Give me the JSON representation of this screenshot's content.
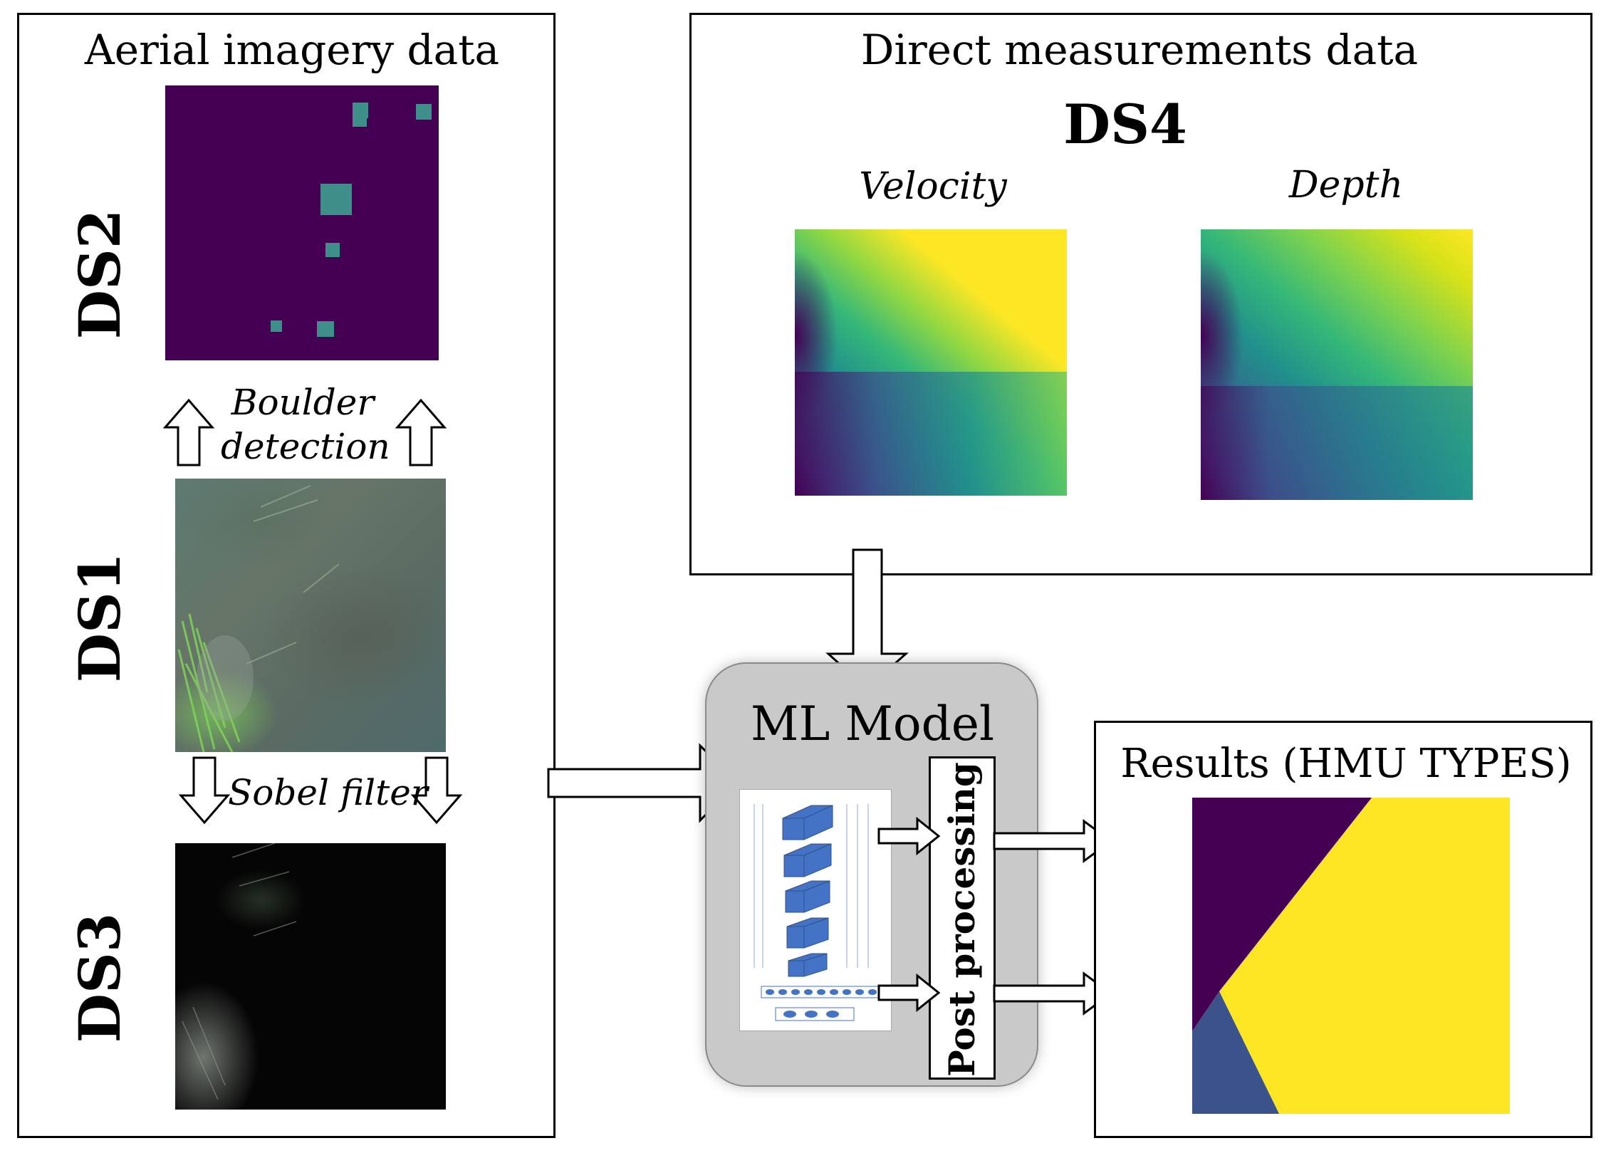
{
  "left_panel": {
    "title": "Aerial imagery data",
    "ds2_label": "DS2",
    "ds1_label": "DS1",
    "ds3_label": "DS3",
    "boulder_line1": "Boulder",
    "boulder_line2": "detection",
    "sobel_label": "Sobel filter"
  },
  "right_panel": {
    "title": "Direct measurements data",
    "ds4_label": "DS4",
    "velocity_label": "Velocity",
    "depth_label": "Depth"
  },
  "model": {
    "title": "ML Model",
    "post_processing": "Post processing"
  },
  "results": {
    "title": "Results (HMU TYPES)"
  },
  "colors": {
    "viridis_dark": "#440154",
    "viridis_teal": "#3e8f8a",
    "viridis_blue": "#3b528b",
    "viridis_yellow": "#fde725",
    "model_bg": "#c9c9c9"
  }
}
